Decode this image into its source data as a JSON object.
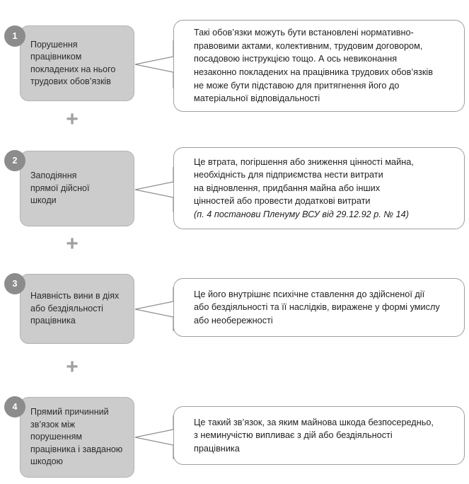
{
  "diagram": {
    "title_hidden": "",
    "colors": {
      "left_box_fill": "#cccccc",
      "left_box_border": "#b3b3b3",
      "circle_fill": "#8c8c8c",
      "circle_text": "#ffffff",
      "right_box_fill": "#ffffff",
      "right_box_border": "#9e9e9e",
      "connector_stroke": "#8f8f8f",
      "plus_color": "#a0a0a0",
      "text_color": "#1f1f1f",
      "background": "#ffffff"
    },
    "separator": "+",
    "items": [
      {
        "number": "1",
        "condition": "Порушення\nпрацівником\nпокладених на нього\nтрудових обов’язків",
        "explanation": "Такі обов’язки можуть бути встановлені нормативно-\nправовими актами, колективним, трудовим договором,\nпосадовою інструкцією тощо. А ось невиконання\nнезаконно покладених на працівника трудових обов’язків\nне може бути підставою для притягнення його до\nматеріальної відповідальності",
        "note": ""
      },
      {
        "number": "2",
        "condition": "Заподіяння\nпрямої дійсної\nшкоди",
        "explanation": "Це втрата, погіршення або зниження цінності майна,\nнеобхідність для підприємства нести витрати\nна відновлення, придбання майна або інших\nцінностей або провести додаткові витрати",
        "note": "(п. 4 постанови Пленуму ВСУ від 29.12.92 р. № 14)"
      },
      {
        "number": "3",
        "condition": "Наявність вини в діях\nабо бездіяльності\nпрацівника",
        "explanation": "Це його внутрішнє психічне ставлення до здійсненої дії\nабо бездіяльності та її наслідків, виражене у формі умислу\nабо необережності",
        "note": ""
      },
      {
        "number": "4",
        "condition": "Прямий причинний\nзв’язок між\nпорушенням\nпрацівника і завданою\nшкодою",
        "explanation": "Це такий зв’язок, за яким майнова шкода безпосередньо,\nз неминучістю випливає з дій або бездіяльності\nпрацівника",
        "note": ""
      }
    ],
    "plus_separators": [
      "+",
      "+",
      "+"
    ]
  }
}
